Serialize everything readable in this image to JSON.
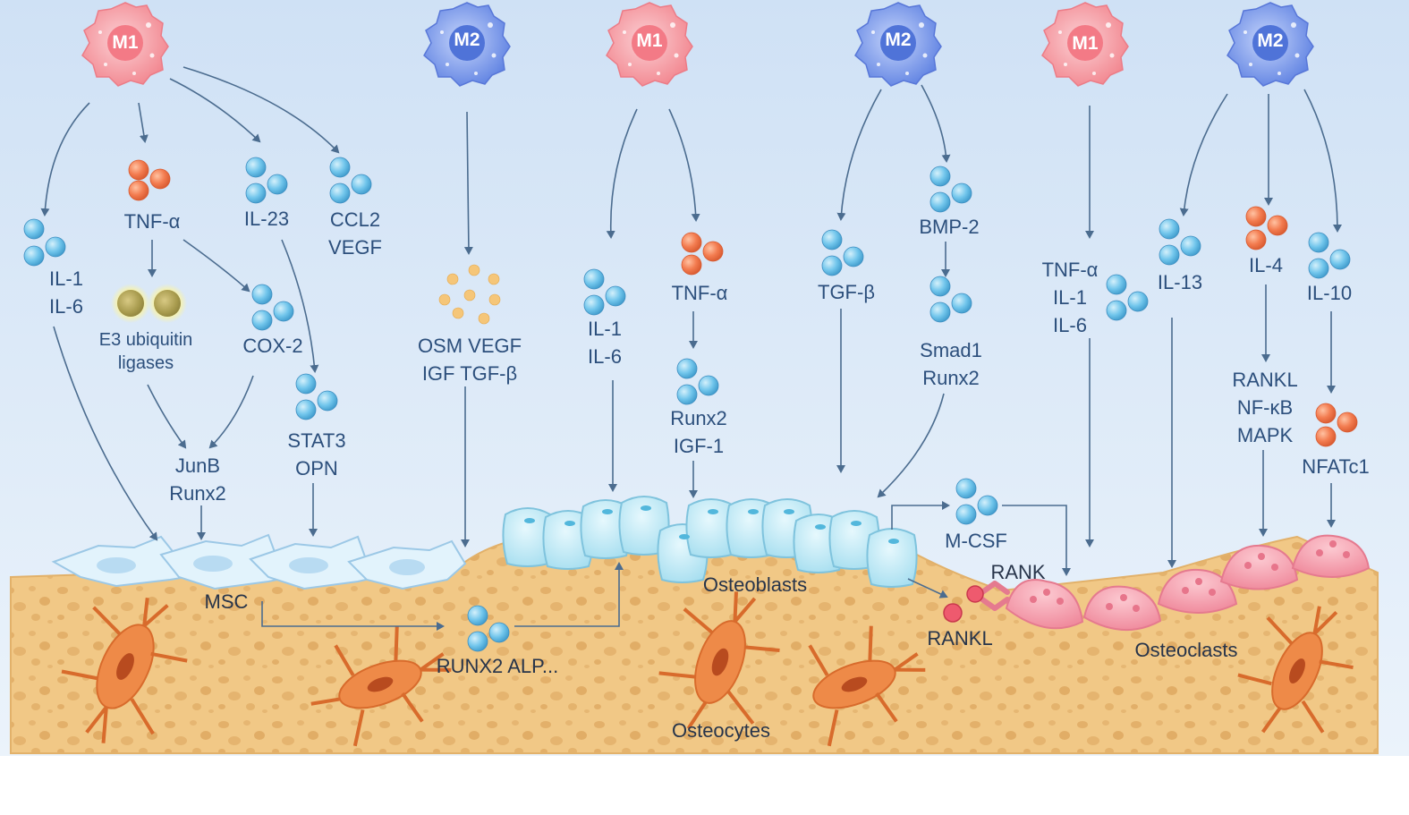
{
  "cells": {
    "m1": "M1",
    "m2": "M2"
  },
  "labels": {
    "il1_il6_left": [
      "IL-1",
      "IL-6"
    ],
    "tnf_a_left": "TNF-α",
    "il23": "IL-23",
    "ccl2_vegf": [
      "CCL2",
      "VEGF"
    ],
    "e3_ligases": [
      "E3 ubiquitin",
      "ligases"
    ],
    "cox2": "COX-2",
    "stat3_opn": [
      "STAT3",
      "OPN"
    ],
    "junb_runx2": [
      "JunB",
      "Runx2"
    ],
    "msc": "MSC",
    "runx2_alp": "RUNX2 ALP...",
    "osm_vegf_igf_tgfb": [
      "OSM VEGF",
      "IGF TGF-β"
    ],
    "il1_il6_mid": [
      "IL-1",
      "IL-6"
    ],
    "tnf_a_mid": "TNF-α",
    "runx2_igf1": [
      "Runx2",
      "IGF-1"
    ],
    "osteoblasts": "Osteoblasts",
    "osteocytes": "Osteocytes",
    "tgf_b": "TGF-β",
    "bmp2": "BMP-2",
    "smad1_runx2": [
      "Smad1",
      "Runx2"
    ],
    "mcsf": "M-CSF",
    "rank": "RANK",
    "rankl": "RANKL",
    "tnf_il1_il6_right": [
      "TNF-α",
      "IL-1",
      "IL-6"
    ],
    "il13": "IL-13",
    "il4": "IL-4",
    "il10": "IL-10",
    "rankl_nfkb_mapk": [
      "RANKL",
      "NF-κB",
      "MAPK"
    ],
    "nfatc1": "NFATc1",
    "osteoclasts": "Osteoclasts"
  },
  "colors": {
    "background_top": "#d7e7f7",
    "bone": "#f0c683",
    "m1_cell": "#f48c94",
    "m2_cell": "#6d8ee8",
    "blue_molecule": "#6fc4ea",
    "orange_molecule": "#f07a4e",
    "arrow": "#4b6c8f",
    "osteoblast": "#bdeaf6",
    "osteoclast": "#f7a6b4",
    "osteocyte": "#ee8a48"
  }
}
